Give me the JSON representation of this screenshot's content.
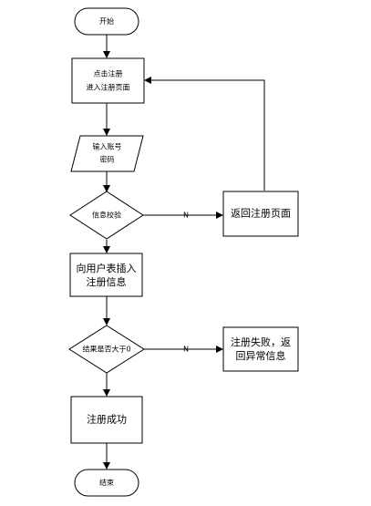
{
  "flowchart": {
    "start": "开始",
    "click_register": [
      "点击注册",
      "进入注册页面"
    ],
    "input_credentials": [
      "输入账号",
      "密码"
    ],
    "validate_info": "信息校验",
    "return_register_page": "返回注册页面",
    "insert_user_table": [
      "向用户表插入",
      "注册信息"
    ],
    "result_gt_zero": "结果是否大于0",
    "register_failed": [
      "注册失败，返",
      "回异常信息"
    ],
    "register_success": "注册成功",
    "end": "结束",
    "edge_label_n1": "N",
    "edge_label_n2": "N"
  }
}
